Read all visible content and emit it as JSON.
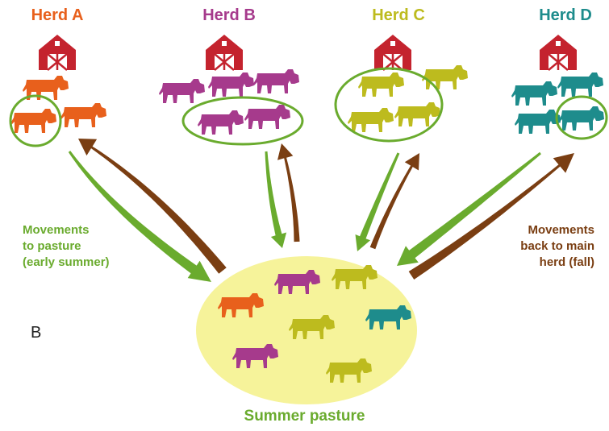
{
  "herds": [
    {
      "label": "Herd A",
      "color": "#E8601C"
    },
    {
      "label": "Herd B",
      "color": "#A63A8C"
    },
    {
      "label": "Herd C",
      "color": "#BDBB1E"
    },
    {
      "label": "Herd D",
      "color": "#1E8C8C"
    }
  ],
  "captions": {
    "to_pasture": [
      "Movements",
      "to pasture",
      "(early summer)"
    ],
    "back_to_herd": [
      "Movements",
      "back to main",
      "herd (fall)"
    ]
  },
  "panel_letter": "B",
  "pasture_label": "Summer pasture",
  "colors": {
    "to_pasture_arrow": "#6AAB2E",
    "back_arrow": "#7A3E12",
    "pasture_fill": "#F6F39A",
    "barn": "#C4232E",
    "group_outline": "#6AAB2E",
    "caption_to_pasture": "#6AAB2E",
    "caption_back": "#7A3E12"
  },
  "icons": {
    "barn": "barn-icon",
    "cow": "cow-icon"
  }
}
